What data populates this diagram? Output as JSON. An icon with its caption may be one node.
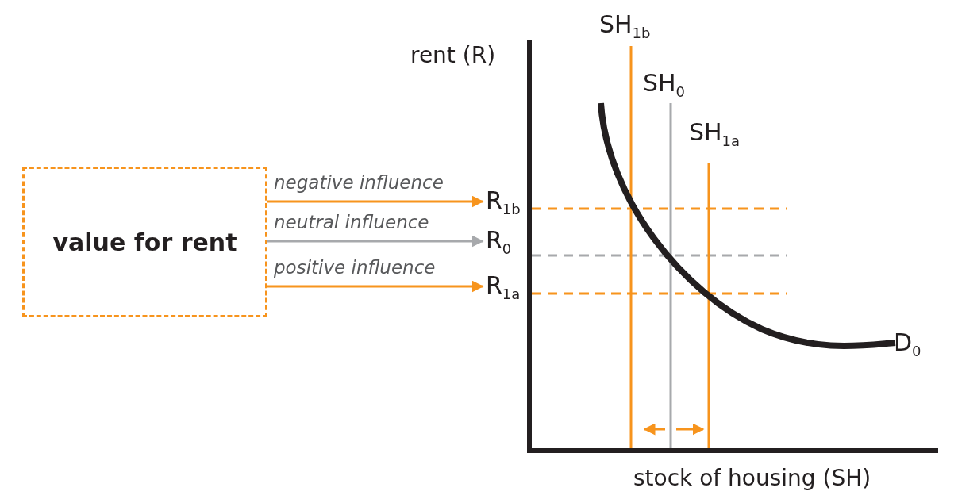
{
  "diagram": {
    "nodes": [
      {
        "text": [
          "value for rent"
        ]
      },
      {
        "text": [
          "R$_{1b}$"
        ]
      },
      {
        "text": [
          "R$_{0}$"
        ]
      },
      {
        "text": [
          "R$_{1a}$"
        ]
      }
    ],
    "edges": [
      {
        "from": 0,
        "to": 1,
        "arrow": "to",
        "label": "negative influence"
      },
      {
        "from": 0,
        "to": 2,
        "arrow": "to",
        "label": "neutral influence",
        "color": "#a7a9ac"
      },
      {
        "from": 0,
        "to": 3,
        "arrow": "to",
        "label": "positive influence"
      }
    ],
    "labels": [
      "rent (R)",
      "SH$_{1b}$",
      "SH$_{0}$",
      "SH$_{1a}$",
      "D$_{0}$",
      "stock of housing (SH)"
    ]
  }
}
